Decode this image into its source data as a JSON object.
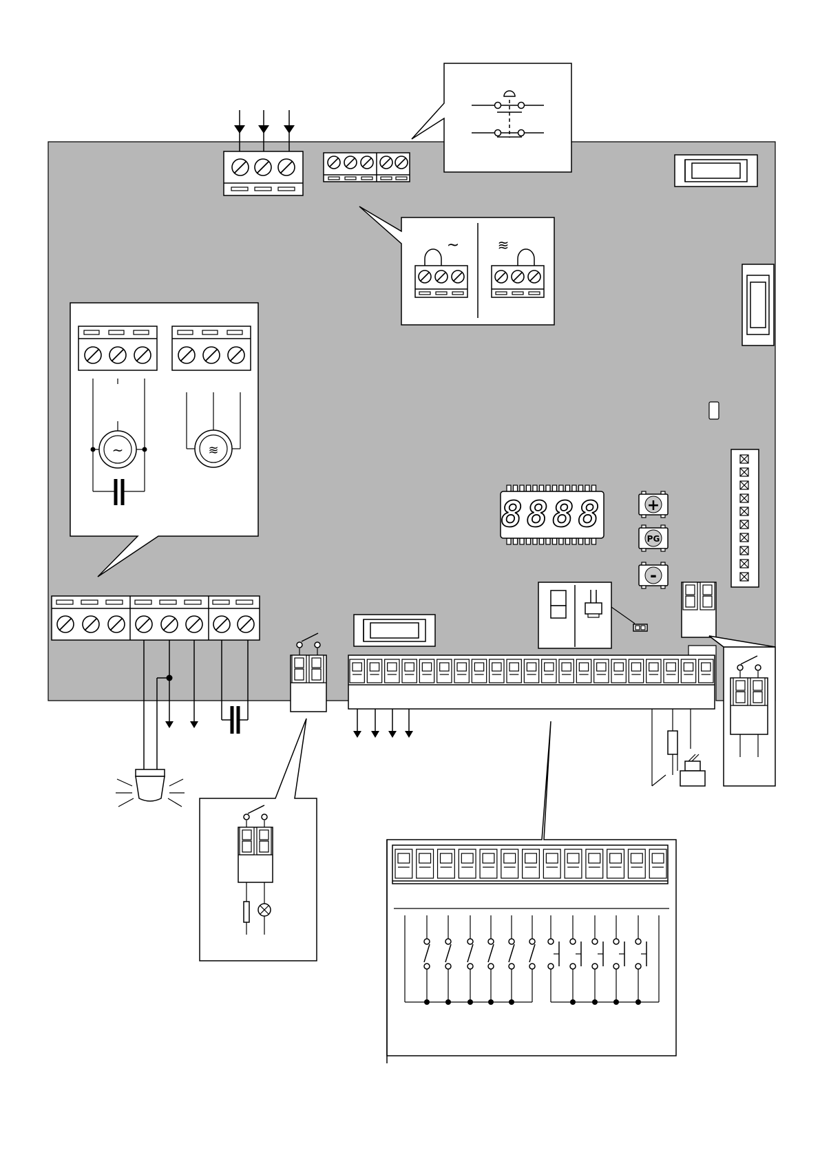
{
  "colors": {
    "board": "#b7b7b7",
    "line": "#000000",
    "panel": "#ffffff",
    "button_cap": "#c9c9c9"
  },
  "display": {
    "digits": "8888"
  },
  "buttons": [
    {
      "id": "plus",
      "label": "+",
      "icon": "plus-icon"
    },
    {
      "id": "pg",
      "label": "PG",
      "icon": "pg-label"
    },
    {
      "id": "minus",
      "label": "-",
      "icon": "minus-icon"
    }
  ],
  "terminal_blocks": {
    "main_strip_terminals": 21,
    "detail_strip_terminals": 13,
    "status_leds": 10
  },
  "motor_symbols": {
    "single_phase": "~",
    "three_phase": "≋"
  }
}
